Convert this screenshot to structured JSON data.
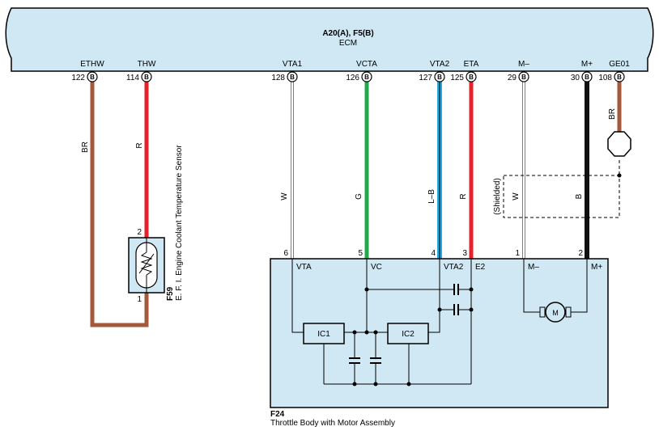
{
  "ecm": {
    "title": "A20(A), F5(B)",
    "subtitle": "ECM"
  },
  "ecm_terminals": [
    {
      "name": "ETHW",
      "pin": "122",
      "conn": "B"
    },
    {
      "name": "THW",
      "pin": "114",
      "conn": "B"
    },
    {
      "name": "VTA1",
      "pin": "128",
      "conn": "B"
    },
    {
      "name": "VCTA",
      "pin": "126",
      "conn": "B"
    },
    {
      "name": "VTA2",
      "pin": "127",
      "conn": "B"
    },
    {
      "name": "ETA",
      "pin": "125",
      "conn": "B"
    },
    {
      "name": "M–",
      "pin": "29",
      "conn": "B"
    },
    {
      "name": "M+",
      "pin": "30",
      "conn": "B"
    },
    {
      "name": "GE01",
      "pin": "108",
      "conn": "B"
    }
  ],
  "wire_colors": {
    "ethw": "BR",
    "thw": "R",
    "vta1": "W",
    "vcta": "G",
    "vta2": "L–B",
    "eta": "R",
    "m_minus": "W",
    "m_plus": "B",
    "ge01": "BR"
  },
  "shielded_label": "(Shielded)",
  "sensor": {
    "code": "F59",
    "name": "E. F. I.  Engine Coolant Temperature Sensor",
    "pin_top": "2",
    "pin_bottom": "1"
  },
  "throttle": {
    "code": "F24",
    "name": "Throttle Body with Motor Assembly",
    "pins": [
      {
        "num": "6",
        "label": "VTA"
      },
      {
        "num": "5",
        "label": "VC"
      },
      {
        "num": "4",
        "label": "VTA2"
      },
      {
        "num": "3",
        "label": "E2"
      },
      {
        "num": "1",
        "label": "M–"
      },
      {
        "num": "2",
        "label": "M+"
      }
    ],
    "ic1": "IC1",
    "ic2": "IC2",
    "motor": "M"
  },
  "colors": {
    "ecm_fill": "#cfe8f4",
    "brown": "#a45a3a",
    "red": "#e8202a",
    "green": "#22a84a",
    "blue": "#2aa8e0",
    "black": "#111111",
    "white_wire": "#ffffff"
  }
}
